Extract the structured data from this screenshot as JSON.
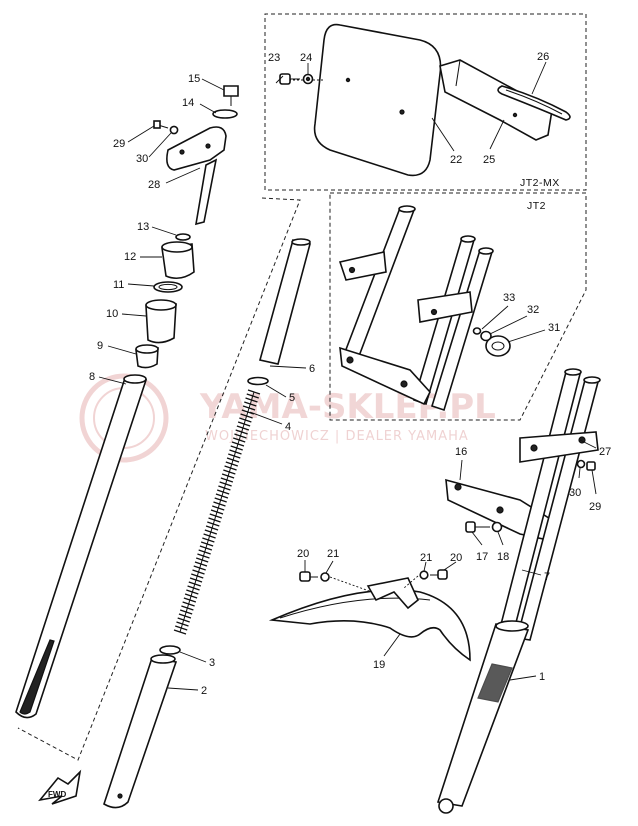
{
  "diagram": {
    "box_labels": {
      "outer": "JT2-MX",
      "inner": "JT2"
    },
    "direction_label": "FWD",
    "watermark": {
      "line1": "YAMA-SKLEP.PL",
      "line2": "WOJCIECHOWICZ | DEALER YAMAHA",
      "color": "#e6b5b5"
    },
    "callouts": {
      "n1": "1",
      "n2": "2",
      "n3": "3",
      "n4": "4",
      "n5": "5",
      "n6": "6",
      "n7": "7",
      "n8": "8",
      "n9": "9",
      "n10": "10",
      "n11": "11",
      "n12": "12",
      "n13": "13",
      "n14": "14",
      "n15": "15",
      "n16": "16",
      "n17": "17",
      "n18": "18",
      "n19": "19",
      "n20a": "20",
      "n20b": "20",
      "n21a": "21",
      "n21b": "21",
      "n22": "22",
      "n23": "23",
      "n24": "24",
      "n25": "25",
      "n26": "26",
      "n27": "27",
      "n28": "28",
      "n29a": "29",
      "n29b": "29",
      "n30a": "30",
      "n30b": "30",
      "n31": "31",
      "n32": "32",
      "n33": "33"
    }
  }
}
